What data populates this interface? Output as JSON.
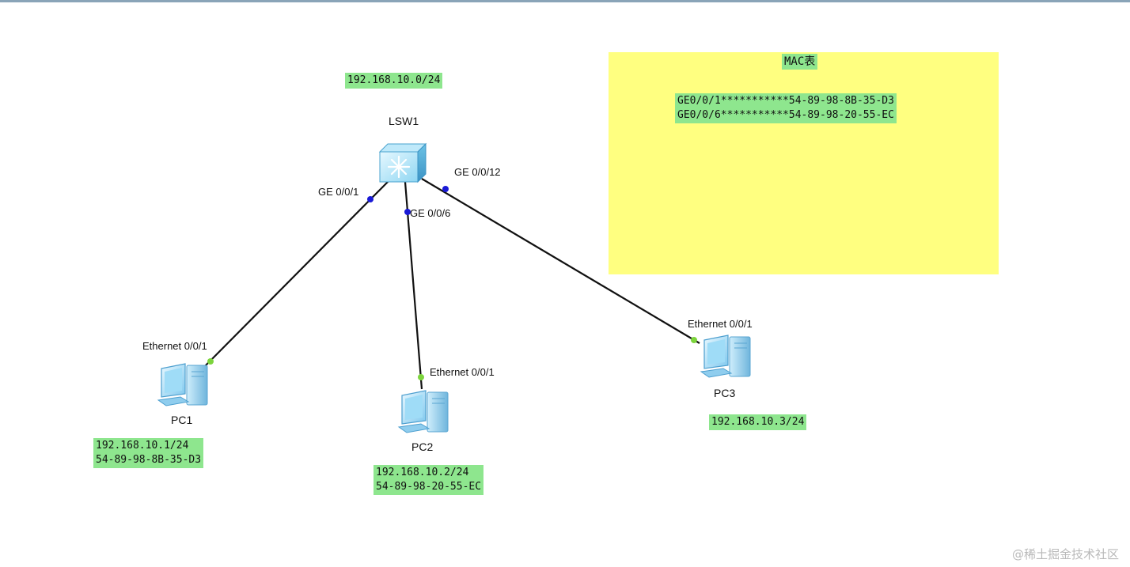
{
  "network": "192.168.10.0/24",
  "switch": {
    "name": "LSW1",
    "ports": [
      "GE 0/0/1",
      "GE 0/0/6",
      "GE 0/0/12"
    ]
  },
  "pcs": [
    {
      "name": "PC1",
      "port": "Ethernet 0/0/1",
      "ip": "192.168.10.1/24",
      "mac": "54-89-98-8B-35-D3"
    },
    {
      "name": "PC2",
      "port": "Ethernet 0/0/1",
      "ip": "192.168.10.2/24",
      "mac": "54-89-98-20-55-EC"
    },
    {
      "name": "PC3",
      "port": "Ethernet 0/0/1",
      "ip": "192.168.10.3/24"
    }
  ],
  "mac_table": {
    "title": "MAC表",
    "entries": [
      "GE0/0/1***********54-89-98-8B-35-D3",
      "GE0/0/6***********54-89-98-20-55-EC"
    ]
  },
  "watermark": "@稀土掘金技术社区",
  "colors": {
    "note_bg": "#8ee68e",
    "mac_panel_bg": "#ffff80",
    "switch_port_dot": "#1a1ad6",
    "pc_port_dot": "#7cd43c"
  }
}
